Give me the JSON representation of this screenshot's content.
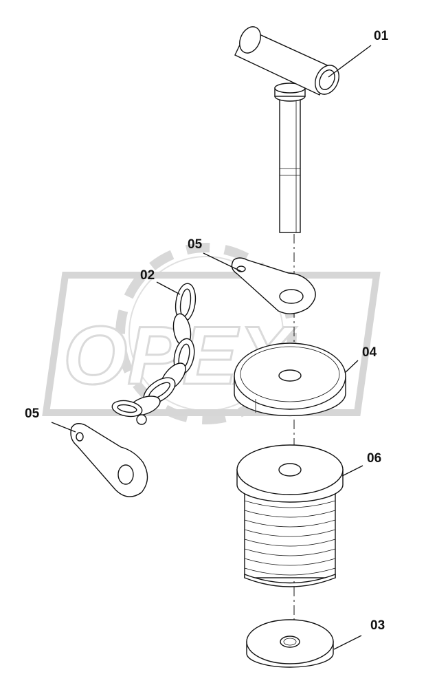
{
  "watermark": {
    "text": "OPEX"
  },
  "parts": [
    {
      "id": "01"
    },
    {
      "id": "02"
    },
    {
      "id": "05"
    },
    {
      "id": "05"
    },
    {
      "id": "04"
    },
    {
      "id": "06"
    },
    {
      "id": "03"
    }
  ],
  "colors": {
    "line": "#111111",
    "watermark": "#d6d6d6",
    "background": "#ffffff"
  }
}
